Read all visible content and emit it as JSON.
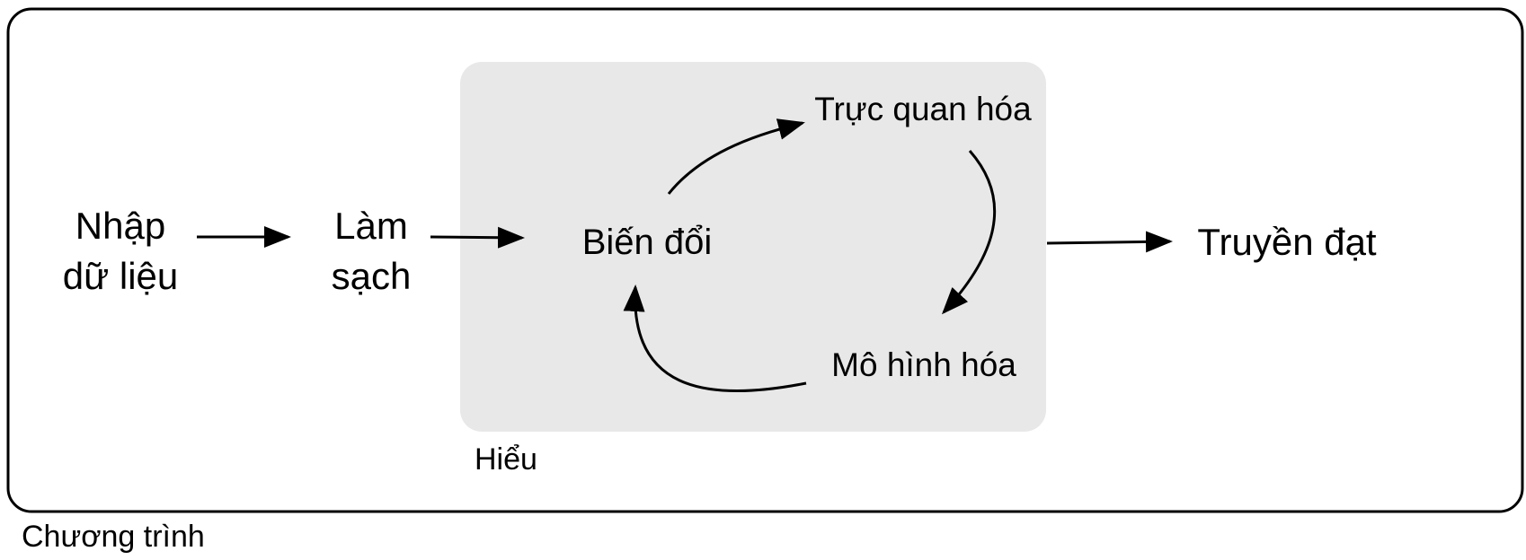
{
  "colors": {
    "line": "#000000",
    "group_fill": "#e8e8e8",
    "background": "#ffffff"
  },
  "outer_group": {
    "label": "Chương trình"
  },
  "inner_group": {
    "label": "Hiểu"
  },
  "nodes": {
    "import": {
      "line1": "Nhập",
      "line2": "dữ liệu"
    },
    "tidy": {
      "line1": "Làm",
      "line2": "sạch"
    },
    "transform": {
      "label": "Biến đổi"
    },
    "visualize": {
      "label": "Trực quan hóa"
    },
    "model": {
      "label": "Mô hình hóa"
    },
    "communicate": {
      "label": "Truyền đạt"
    }
  }
}
